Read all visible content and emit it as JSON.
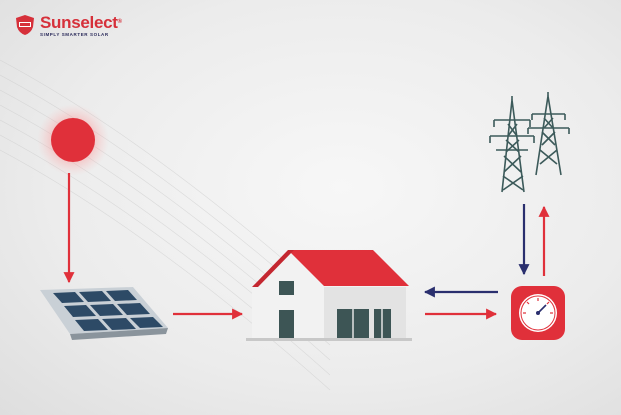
{
  "brand": {
    "name": "Sunselect",
    "trademark": "®",
    "tagline": "SIMPLY SMARTER SOLAR",
    "badge_icon": "shield-badge-icon"
  },
  "diagram": {
    "nodes": [
      "sun-icon",
      "solar-panel-icon",
      "house-icon",
      "meter-icon",
      "power-tower-icon"
    ],
    "flows": [
      {
        "from": "sun",
        "to": "solar-panel",
        "color": "#e0303a"
      },
      {
        "from": "solar-panel",
        "to": "house",
        "color": "#e0303a"
      },
      {
        "from": "meter",
        "to": "house",
        "color": "#2a2f6e"
      },
      {
        "from": "house",
        "to": "meter",
        "color": "#e0303a"
      },
      {
        "from": "grid",
        "to": "meter",
        "color": "#2a2f6e"
      },
      {
        "from": "meter",
        "to": "grid",
        "color": "#e0303a"
      }
    ]
  },
  "colors": {
    "accent_red": "#e0303a",
    "navy": "#2a2f6e",
    "tower_teal": "#3c5a5a",
    "panel_blue": "#2d4a66"
  }
}
